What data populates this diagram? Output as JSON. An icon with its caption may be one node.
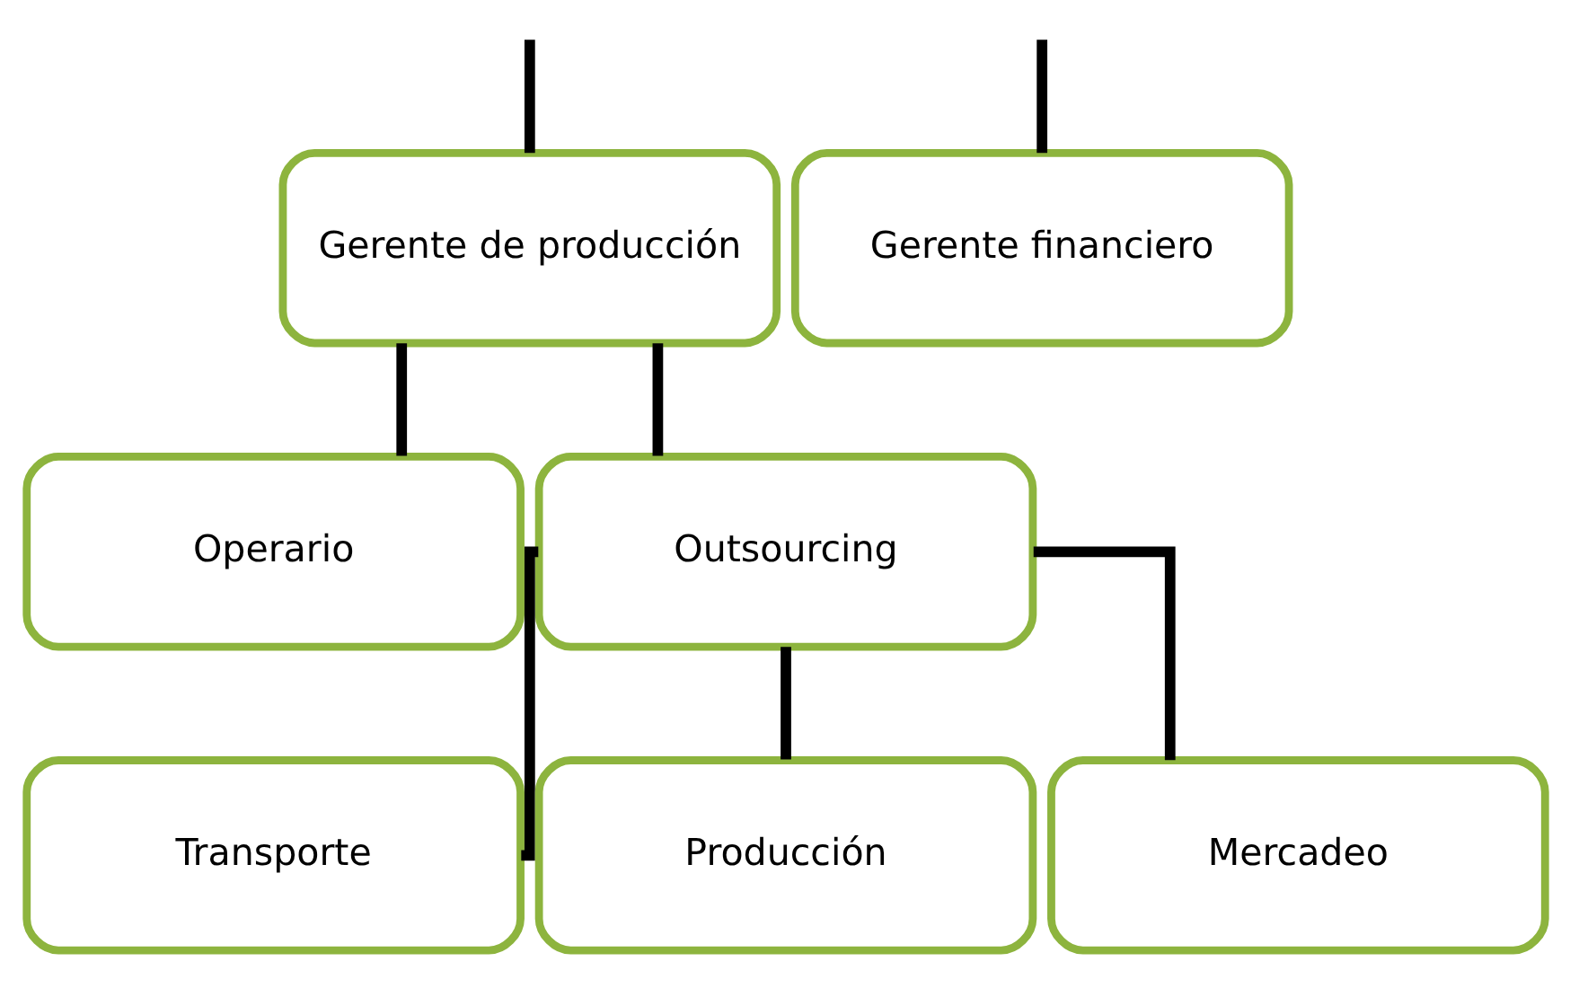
{
  "diagram": {
    "nodes": [
      {
        "text": [
          "Gerente de producción"
        ]
      },
      {
        "text": [
          "Gerente financiero"
        ]
      },
      {
        "text": [
          "Operario"
        ]
      },
      {
        "text": [
          "Outsourcing"
        ]
      },
      {
        "text": [
          "Transporte"
        ]
      },
      {
        "text": [
          "Producción"
        ]
      },
      {
        "text": [
          "Mercadeo"
        ]
      }
    ],
    "edges": [
      {
        "from": null,
        "to": 0,
        "arrow": "none"
      },
      {
        "from": null,
        "to": 1,
        "arrow": "none"
      },
      {
        "from": 0,
        "to": 2,
        "arrow": "none"
      },
      {
        "from": 0,
        "to": 3,
        "arrow": "none"
      },
      {
        "from": 3,
        "to": 4,
        "arrow": "none"
      },
      {
        "from": 3,
        "to": 5,
        "arrow": "none"
      },
      {
        "from": 3,
        "to": 6,
        "arrow": "none"
      }
    ]
  }
}
